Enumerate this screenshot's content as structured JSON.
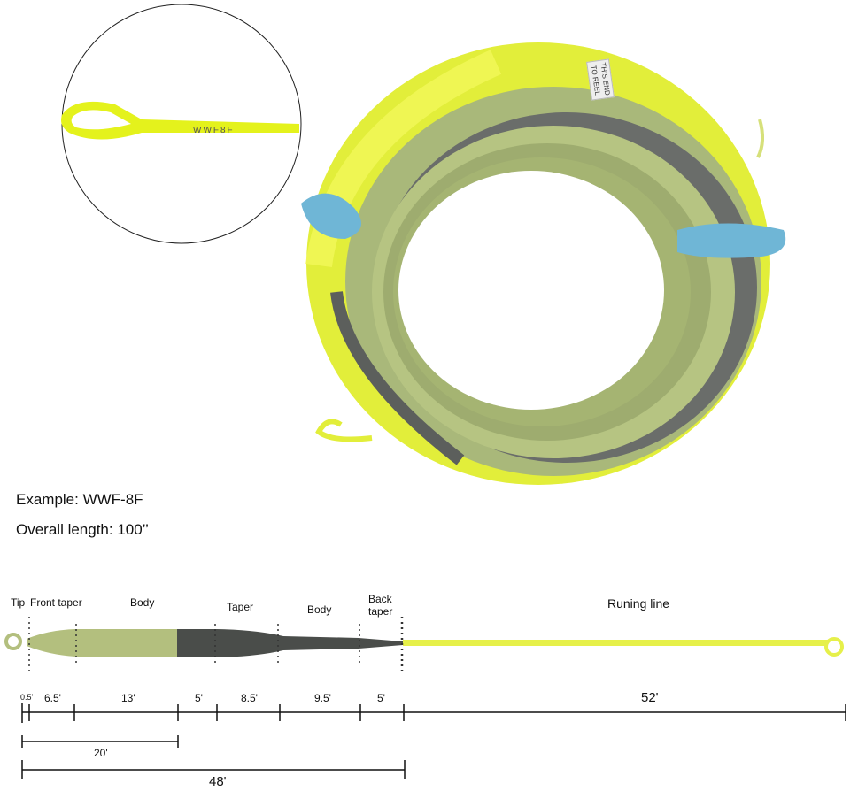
{
  "closeup": {
    "line_print": "WWF8F"
  },
  "coil": {
    "tag_text": [
      "THIS END",
      "TO REEL"
    ]
  },
  "info": {
    "example": "Example: WWF-8F",
    "overall_length": "Overall length: 100’’"
  },
  "diagram": {
    "sections": {
      "tip": "Tip",
      "front_taper": "Front taper",
      "body1": "Body",
      "taper": "Taper",
      "body2": "Body",
      "back_taper_1": "Back",
      "back_taper_2": "taper",
      "running_line": "Runing line"
    },
    "lengths": [
      "0.5'",
      "6.5'",
      "13'",
      "5'",
      "8.5'",
      "9.5'",
      "5'",
      "52'"
    ],
    "head_front": "20'",
    "head_total": "48'",
    "colors": {
      "tip_body": "#b3bf7e",
      "rear": "#4a4d4a",
      "running": "#e6f04a"
    }
  }
}
